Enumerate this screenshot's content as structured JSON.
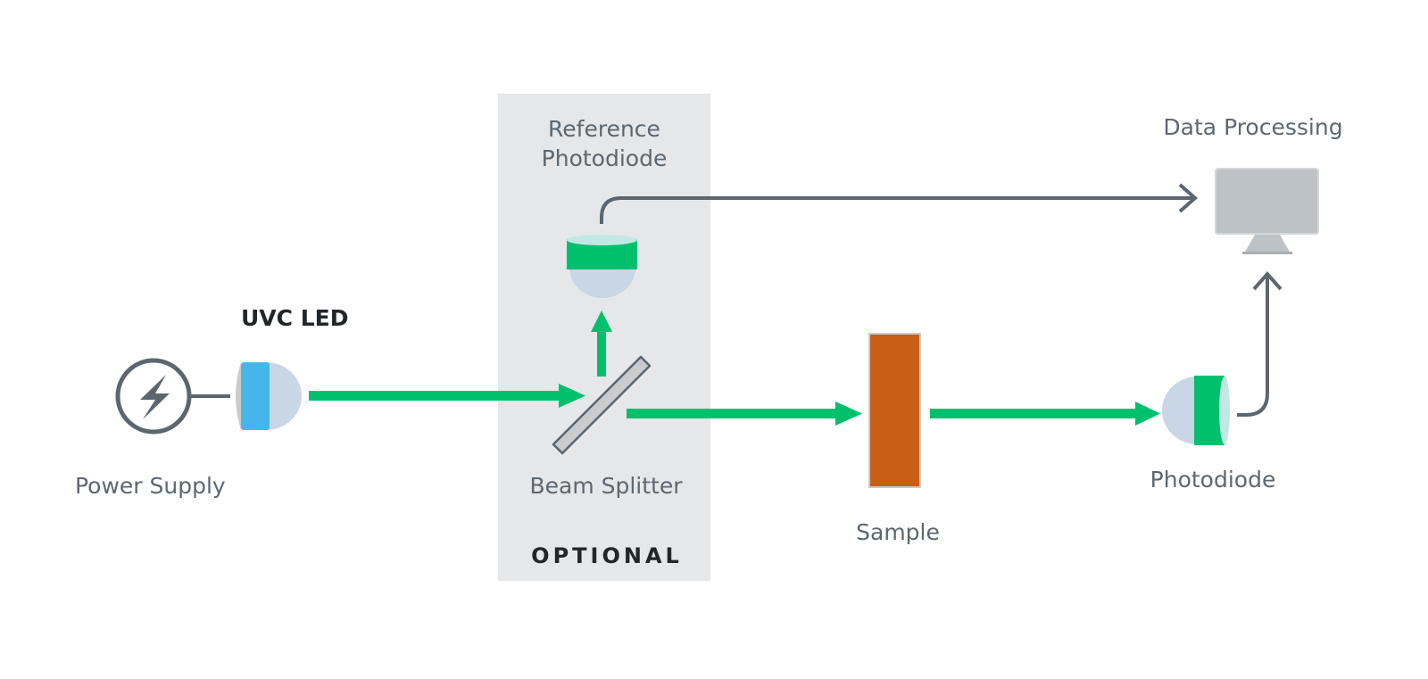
{
  "labels": {
    "uvc_led": "UVC LED",
    "power_supply": "Power Supply",
    "reference_photodiode": "Reference\nPhotodiode",
    "beam_splitter": "Beam Splitter",
    "optional": "OPTIONAL",
    "sample": "Sample",
    "photodiode": "Photodiode",
    "data_processing": "Data Processing"
  },
  "colors": {
    "beam": "#00c06e",
    "wire": "#5b6670",
    "optional_panel": "#e6e7e8",
    "led_body": "#45b6ea",
    "lens": "#c8d6e5",
    "sample": "#c95f16",
    "monitor": "#bdc2c6",
    "splitter": "#c9cbcd"
  },
  "icons": {
    "power_supply": "lightning-bolt-icon",
    "data_processing": "monitor-icon"
  }
}
